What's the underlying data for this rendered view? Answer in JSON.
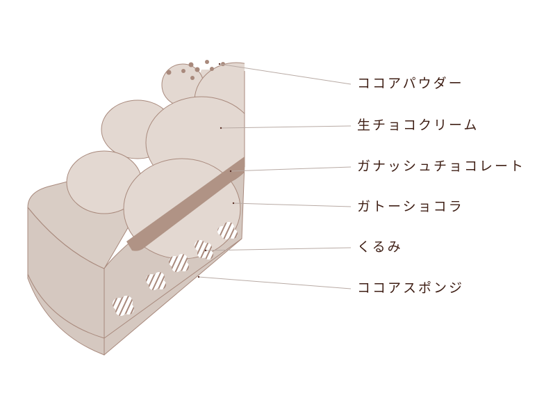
{
  "diagram": {
    "title_none": null,
    "labels": [
      {
        "text": "ココアパウダー"
      },
      {
        "text": "生チョコクリーム"
      },
      {
        "text": "ガナッシュチョコレート"
      },
      {
        "text": "ガトーショコラ"
      },
      {
        "text": "くるみ"
      },
      {
        "text": "ココアスポンジ"
      }
    ],
    "colors": {
      "cake_side": "#d5c8c0",
      "cake_top": "#d9cdc5",
      "cream": "#e3d8d1",
      "ganache": "#b09385",
      "outline": "#a8897c",
      "text": "#3e1e14",
      "leader_line": "#b8aaa4"
    }
  }
}
